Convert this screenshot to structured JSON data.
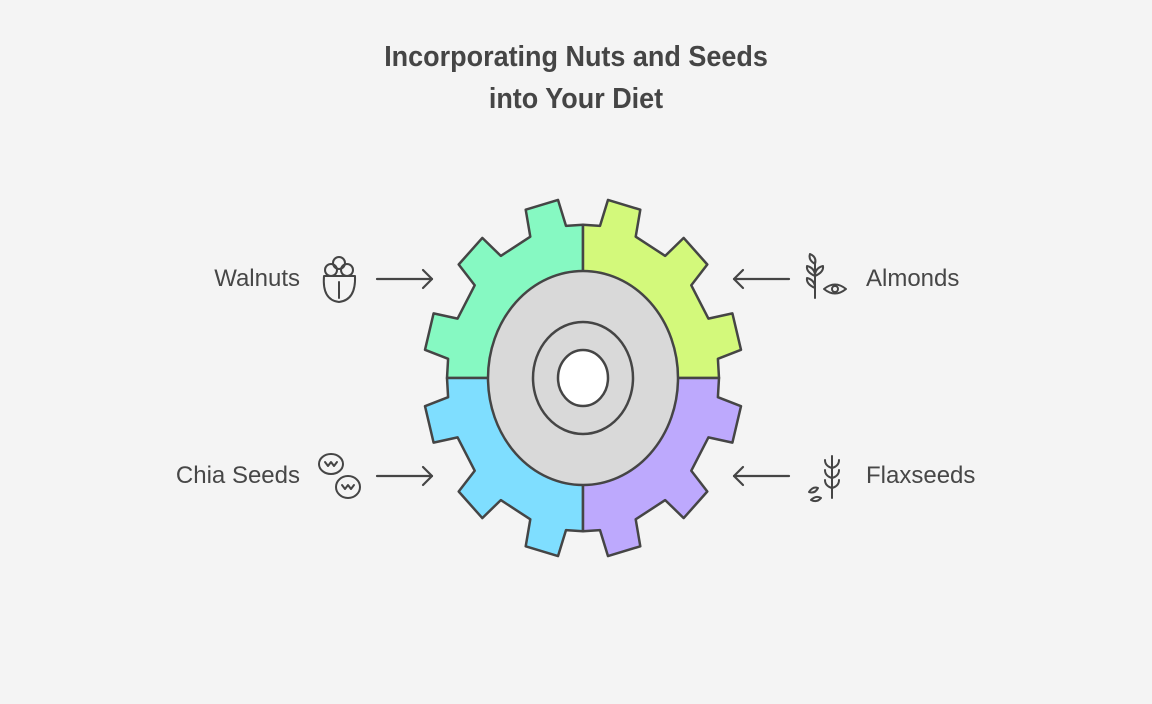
{
  "title": {
    "line1": "Incorporating Nuts and Seeds",
    "line2": "into Your Diet"
  },
  "items": [
    {
      "label": "Walnuts",
      "icon": "walnut-icon",
      "color": "#86f9c2",
      "side": "left"
    },
    {
      "label": "Almonds",
      "icon": "almond-plant-eye-icon",
      "color": "#d3f97b",
      "side": "right"
    },
    {
      "label": "Chia Seeds",
      "icon": "chia-seeds-icon",
      "color": "#7fdeff",
      "side": "left"
    },
    {
      "label": "Flaxseeds",
      "icon": "flax-wheat-icon",
      "color": "#bda9fd",
      "side": "right"
    }
  ],
  "colors": {
    "background": "#f4f4f4",
    "hub": "#d9d9d9",
    "stroke": "#454545"
  }
}
